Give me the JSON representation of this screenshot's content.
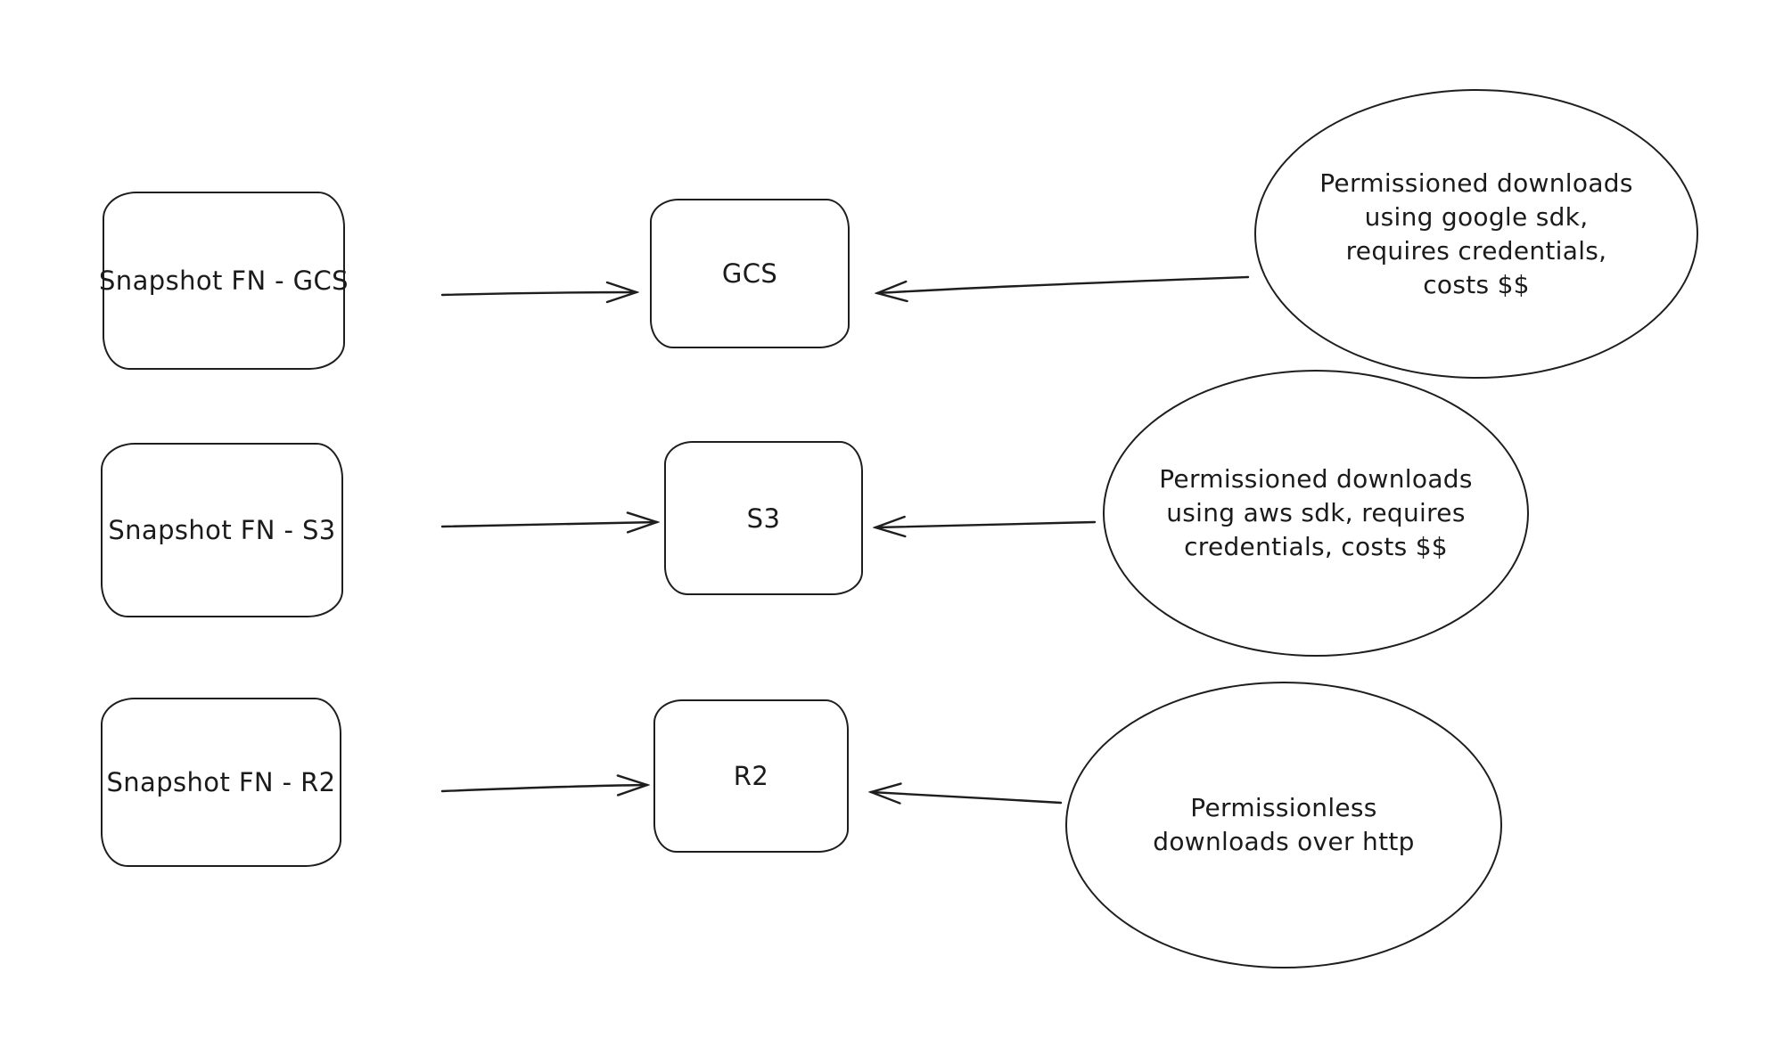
{
  "diagram": {
    "colors": {
      "stroke": "#1e1e1e",
      "background": "#ffffff",
      "text": "#1b1b1b"
    },
    "rows": [
      {
        "source": "Snapshot FN - GCS",
        "target": "GCS",
        "note_lines": [
          "Permissioned downloads",
          "using google sdk,",
          "requires credentials,",
          "costs $$"
        ]
      },
      {
        "source": "Snapshot FN - S3",
        "target": "S3",
        "note_lines": [
          "Permissioned downloads",
          "using aws sdk, requires",
          "credentials, costs $$"
        ]
      },
      {
        "source": "Snapshot FN - R2",
        "target": "R2",
        "note_lines": [
          "Permissionless",
          "downloads over http"
        ]
      }
    ]
  }
}
